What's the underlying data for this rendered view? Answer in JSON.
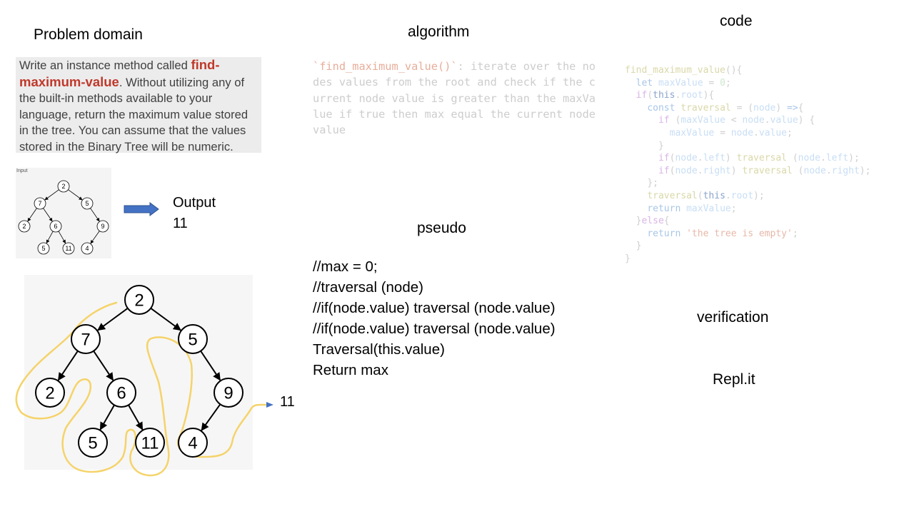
{
  "headings": {
    "problem": "Problem domain",
    "algorithm": "algorithm",
    "code": "code",
    "pseudo": "pseudo",
    "verification": "verification",
    "repl": "Repl.it"
  },
  "problem": {
    "before": "Write an instance method called ",
    "keyword": "find-maximum-value",
    "after": ". Without utilizing any of the built-in methods available to your language, return the maximum value stored in the tree. You can assume that the values stored in the Binary Tree will be numeric."
  },
  "algorithm": {
    "fn": "`find_maximum_value()`",
    "text": ": iterate over the nodes values from the root and check if the current node value is greater than the maxValue if true then max equal the current node value"
  },
  "code_lines": [
    "find_maximum_value(){",
    "  let maxValue = 0;",
    "  if(this.root){",
    "    const traversal = (node) =>{",
    "      if (maxValue < node.value) {",
    "        maxValue = node.value;",
    "      }",
    "      if(node.left) traversal (node.left);",
    "      if(node.right) traversal (node.right);",
    "    };",
    "    traversal(this.root);",
    "    return maxValue;",
    "  }else{",
    "    return 'the tree is empty';",
    "  }",
    "}"
  ],
  "pseudo_lines": [
    "//max = 0;",
    "//traversal (node)",
    "//if(node.value) traversal (node.value)",
    "//if(node.value) traversal (node.value)",
    "Traversal(this.value)",
    "Return max"
  ],
  "example": {
    "input_label": "Input",
    "output_label": "Output",
    "output_value": "11",
    "result_value": "11"
  },
  "tree": {
    "nodes": [
      {
        "id": "n0",
        "value": "2"
      },
      {
        "id": "n1",
        "value": "7"
      },
      {
        "id": "n2",
        "value": "5"
      },
      {
        "id": "n3",
        "value": "2"
      },
      {
        "id": "n4",
        "value": "6"
      },
      {
        "id": "n5",
        "value": "9"
      },
      {
        "id": "n6",
        "value": "5"
      },
      {
        "id": "n7",
        "value": "11"
      },
      {
        "id": "n8",
        "value": "4"
      }
    ],
    "edges": [
      [
        "n0",
        "n1"
      ],
      [
        "n0",
        "n2"
      ],
      [
        "n1",
        "n3"
      ],
      [
        "n1",
        "n4"
      ],
      [
        "n2",
        "n5"
      ],
      [
        "n4",
        "n6"
      ],
      [
        "n4",
        "n7"
      ],
      [
        "n5",
        "n8"
      ]
    ]
  },
  "colors": {
    "traversal_path": "#f5d36a",
    "arrow_fill": "#4472c4",
    "arrow_stroke": "#2f528f",
    "keyword": "#c0392b"
  }
}
